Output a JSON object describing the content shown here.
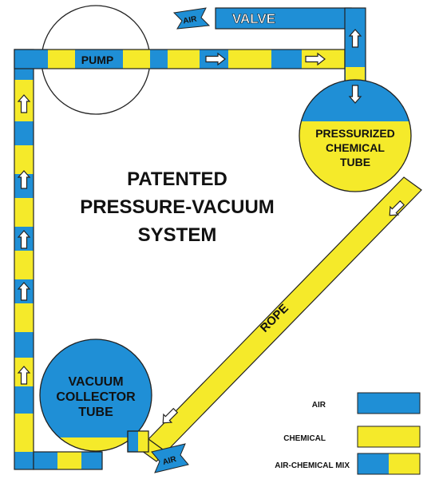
{
  "title": {
    "line1": "PATENTED",
    "line2": "PRESSURE-VACUUM",
    "line3": "SYSTEM"
  },
  "labels": {
    "pump": "PUMP",
    "valve": "VALVE",
    "rope": "ROPE",
    "air_top": "AIR",
    "air_bottom": "AIR",
    "pressurized_line1": "PRESSURIZED",
    "pressurized_line2": "CHEMICAL",
    "pressurized_line3": "TUBE",
    "vacuum_line1": "VACUUM",
    "vacuum_line2": "COLLECTOR",
    "vacuum_line3": "TUBE"
  },
  "legend": [
    {
      "label": "AIR",
      "swatch": "air"
    },
    {
      "label": "CHEMICAL",
      "swatch": "chemical"
    },
    {
      "label": "AIR-CHEMICAL MIX",
      "swatch": "mix"
    }
  ],
  "colors": {
    "air": "#1f8fd6",
    "chemical": "#f5ea2a",
    "outline": "#222222",
    "text": "#111111"
  }
}
